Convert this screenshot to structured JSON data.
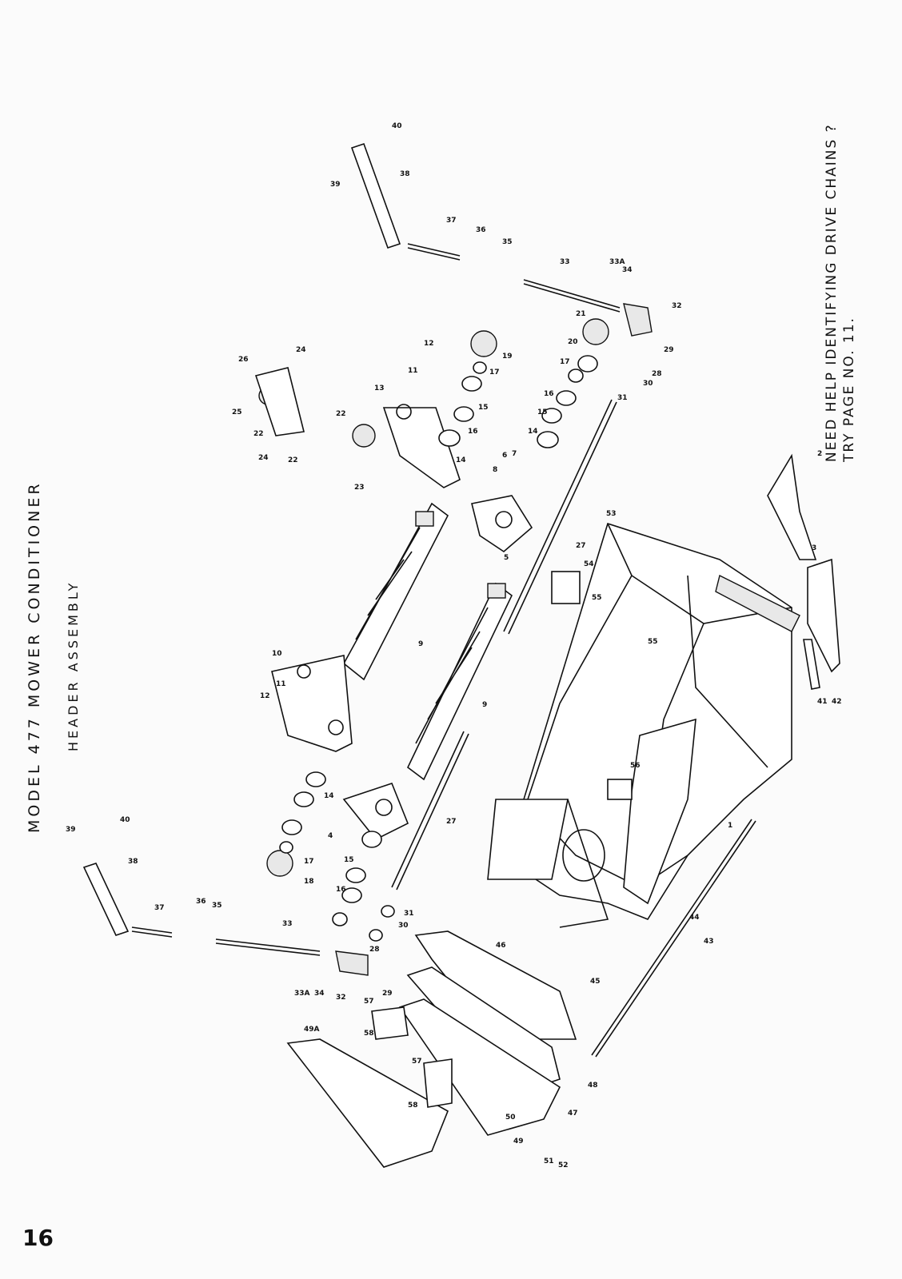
{
  "header": {
    "title": "MODEL 477 MOWER CONDITIONER",
    "subtitle": "HEADER ASSEMBLY"
  },
  "help": {
    "line1": "NEED HELP IDENTIFYING DRIVE CHAINS ?",
    "line2": "TRY PAGE NO. 11."
  },
  "page_number": "16",
  "parts": {
    "p1": "1",
    "p2": "2",
    "p3": "3",
    "p4": "4",
    "p5": "5",
    "p6": "6",
    "p7": "7",
    "p8": "8",
    "p9": "9",
    "p10": "10",
    "p11": "11",
    "p12": "12",
    "p13": "13",
    "p14": "14",
    "p15": "15",
    "p16": "16",
    "p17": "17",
    "p18": "18",
    "p19": "19",
    "p20": "20",
    "p21": "21",
    "p22": "22",
    "p23": "23",
    "p24": "24",
    "p25": "25",
    "p26": "26",
    "p27": "27",
    "p28": "28",
    "p29": "29",
    "p30": "30",
    "p31": "31",
    "p32": "32",
    "p33": "33",
    "p33a": "33A",
    "p34": "34",
    "p35": "35",
    "p36": "36",
    "p37": "37",
    "p38": "38",
    "p39": "39",
    "p40": "40",
    "p41": "41",
    "p42": "42",
    "p43": "43",
    "p44": "44",
    "p45": "45",
    "p46": "46",
    "p47": "47",
    "p48": "48",
    "p49": "49",
    "p49a": "49A",
    "p50": "50",
    "p51": "51",
    "p52": "52",
    "p53": "53",
    "p54": "54",
    "p55": "55",
    "p56": "56",
    "p57": "57",
    "p58": "58"
  }
}
